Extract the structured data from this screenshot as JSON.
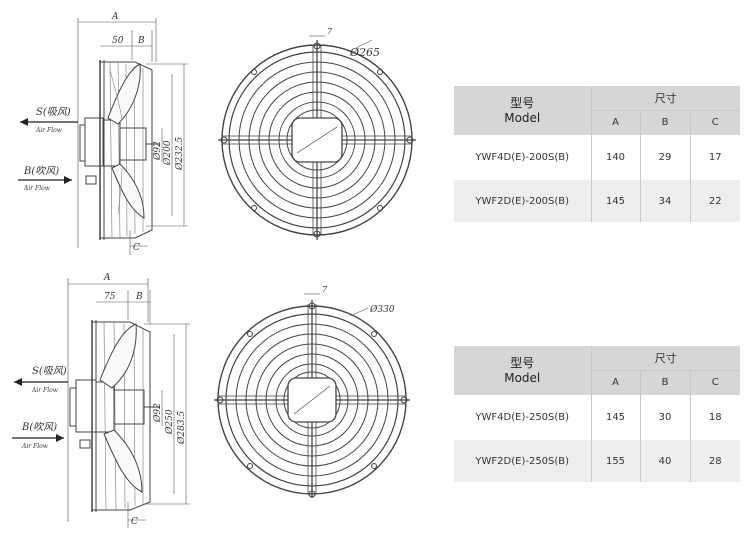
{
  "drawings": [
    {
      "side": {
        "dim_a": "A",
        "dim_b": "B",
        "dim_c": "C",
        "dim_50": "50",
        "dia_inner": "Ø92",
        "dia_mid": "Ø200",
        "dia_outer": "Ø232.5",
        "suction_label": "S(吸风)",
        "blow_label": "B(吹风)",
        "air_flow": "Air Flow"
      },
      "front": {
        "dia": "Ø265",
        "seven": "7"
      }
    },
    {
      "side": {
        "dim_a": "A",
        "dim_b": "B",
        "dim_c": "C",
        "dim_50": "75",
        "dia_inner": "Ø92",
        "dia_mid": "Ø250",
        "dia_outer": "Ø283.5",
        "suction_label": "S(吸风)",
        "blow_label": "B(吹风)",
        "air_flow": "Air Flow"
      },
      "front": {
        "dia": "Ø330",
        "seven": "7"
      }
    }
  ],
  "tables": [
    {
      "header_cn": "型号",
      "header_en": "Model",
      "dims_header": "尺寸",
      "cols": [
        "A",
        "B",
        "C"
      ],
      "rows": [
        {
          "model": "YWF4D(E)-200S(B)",
          "a": "140",
          "b": "29",
          "c": "17"
        },
        {
          "model": "YWF2D(E)-200S(B)",
          "a": "145",
          "b": "34",
          "c": "22"
        }
      ]
    },
    {
      "header_cn": "型号",
      "header_en": "Model",
      "dims_header": "尺寸",
      "cols": [
        "A",
        "B",
        "C"
      ],
      "rows": [
        {
          "model": "YWF4D(E)-250S(B)",
          "a": "145",
          "b": "30",
          "c": "18"
        },
        {
          "model": "YWF2D(E)-250S(B)",
          "a": "155",
          "b": "40",
          "c": "28"
        }
      ]
    }
  ]
}
